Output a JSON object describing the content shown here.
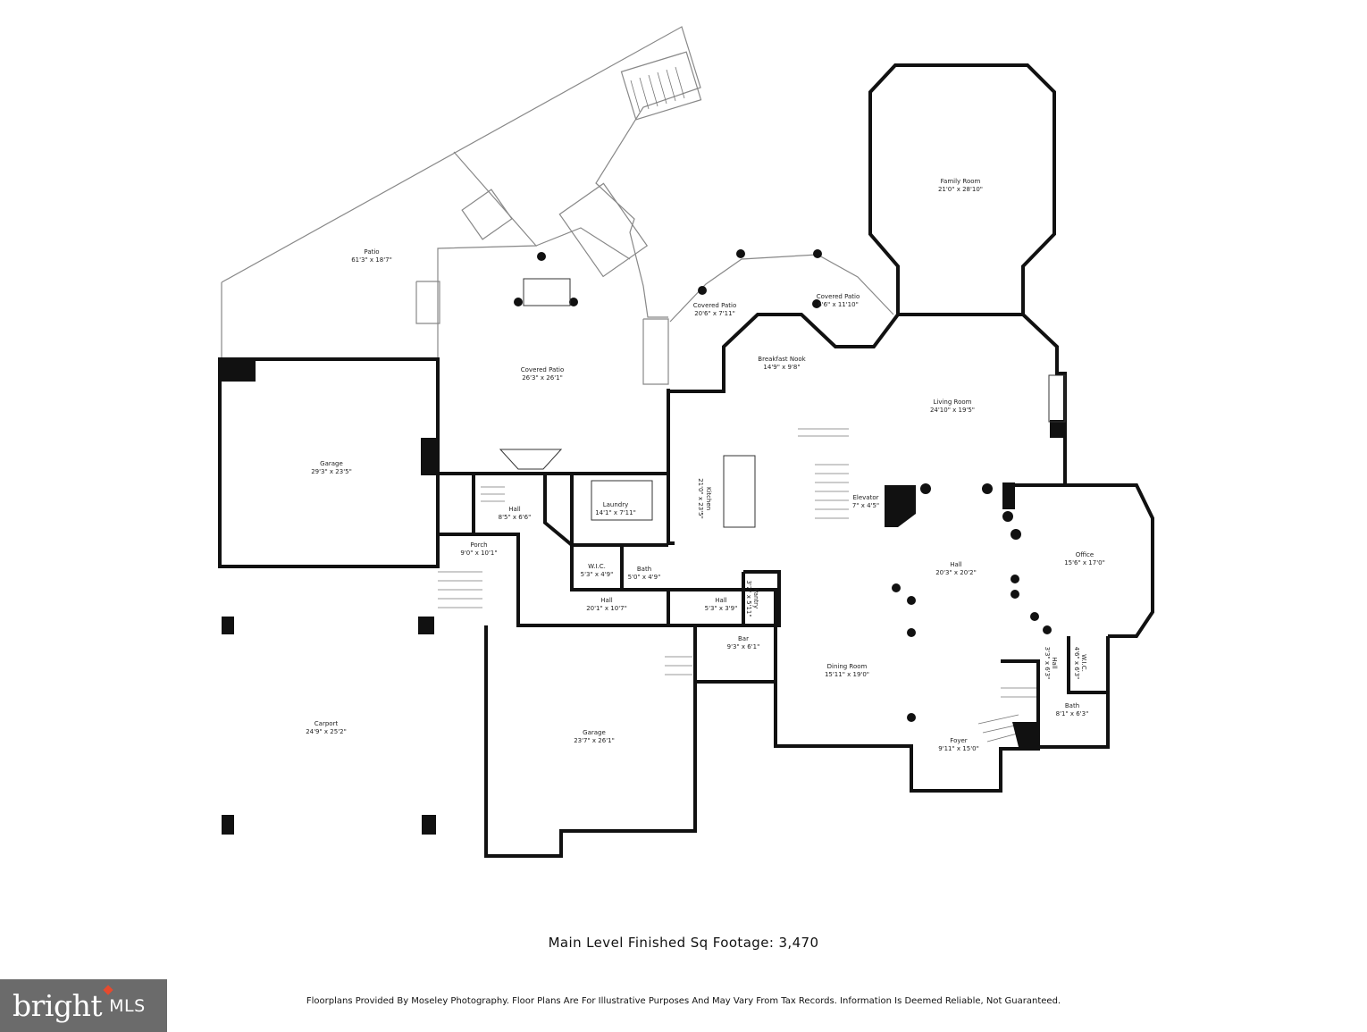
{
  "rooms": [
    {
      "id": "patio",
      "name": "Patio",
      "dim": "61'3\" x 18'7\""
    },
    {
      "id": "covered-patio-main",
      "name": "Covered Patio",
      "dim": "26'3\" x 26'1\""
    },
    {
      "id": "covered-patio-2",
      "name": "Covered Patio",
      "dim": "20'6\" x 7'11\""
    },
    {
      "id": "covered-patio-3",
      "name": "Covered Patio",
      "dim": "6'6\" x 11'10\""
    },
    {
      "id": "family-room",
      "name": "Family Room",
      "dim": "21'0\" x 28'10\""
    },
    {
      "id": "breakfast-nook",
      "name": "Breakfast Nook",
      "dim": "14'9\" x 9'8\""
    },
    {
      "id": "living-room",
      "name": "Living Room",
      "dim": "24'10\" x 19'5\""
    },
    {
      "id": "garage-upper",
      "name": "Garage",
      "dim": "29'3\" x 23'5\""
    },
    {
      "id": "hall-1",
      "name": "Hall",
      "dim": "8'5\" x 6'6\""
    },
    {
      "id": "laundry",
      "name": "Laundry",
      "dim": "14'1\" x 7'11\""
    },
    {
      "id": "kitchen",
      "name": "Kitchen",
      "dim": "21'0\" x 23'5\""
    },
    {
      "id": "elevator",
      "name": "Elevator",
      "dim": "7\" x 4'5\""
    },
    {
      "id": "office",
      "name": "Office",
      "dim": "15'6\" x 17'0\""
    },
    {
      "id": "porch",
      "name": "Porch",
      "dim": "9'0\" x 10'1\""
    },
    {
      "id": "wic-1",
      "name": "W.I.C.",
      "dim": "5'3\" x 4'9\""
    },
    {
      "id": "bath-1",
      "name": "Bath",
      "dim": "5'0\" x 4'9\""
    },
    {
      "id": "hall-main",
      "name": "Hall",
      "dim": "20'3\" x 20'2\""
    },
    {
      "id": "hall-2",
      "name": "Hall",
      "dim": "20'1\" x 10'7\""
    },
    {
      "id": "hall-3",
      "name": "Hall",
      "dim": "5'3\" x 3'9\""
    },
    {
      "id": "pantry",
      "name": "Pantry",
      "dim": "3'7\" x 5'11\""
    },
    {
      "id": "bar",
      "name": "Bar",
      "dim": "9'3\" x 6'1\""
    },
    {
      "id": "dining-room",
      "name": "Dining Room",
      "dim": "15'11\" x 19'0\""
    },
    {
      "id": "hall-4",
      "name": "Hall",
      "dim": "3'3\" x 6'3\""
    },
    {
      "id": "wic-2",
      "name": "W.I.C.",
      "dim": "4'6\" x 6'3\""
    },
    {
      "id": "bath-2",
      "name": "Bath",
      "dim": "8'1\" x 6'3\""
    },
    {
      "id": "carport",
      "name": "Carport",
      "dim": "24'9\" x 25'2\""
    },
    {
      "id": "garage-lower",
      "name": "Garage",
      "dim": "23'7\" x 26'1\""
    },
    {
      "id": "foyer",
      "name": "Foyer",
      "dim": "9'11\" x 15'0\""
    }
  ],
  "footer": {
    "sqft": "Main Level Finished Sq Footage: 3,470",
    "disclaimer": "Floorplans Provided By Moseley Photography. Floor Plans Are For Illustrative Purposes And May Vary From Tax Records. Information Is Deemed Reliable, Not Guaranteed."
  },
  "logo": {
    "word": "bright",
    "suffix": "MLS"
  },
  "colors": {
    "wall": "#111111",
    "thin_wall": "#888888",
    "logo_bg": "#6b6b6b",
    "logo_accent": "#e64a2e"
  }
}
